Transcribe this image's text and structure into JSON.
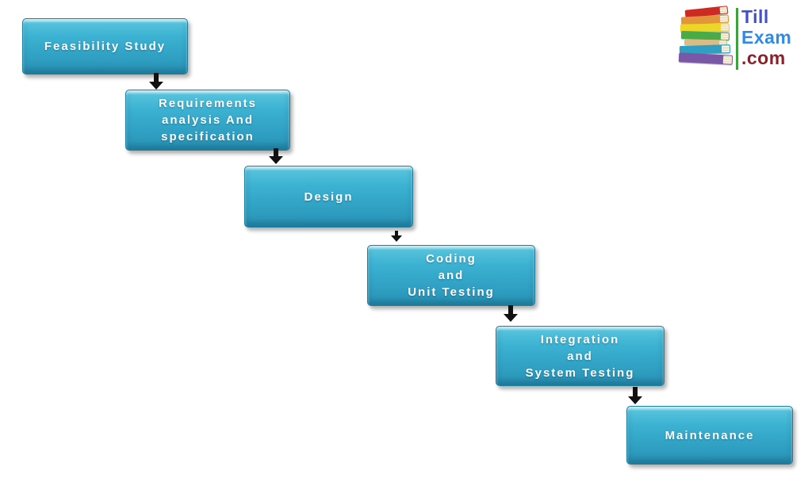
{
  "page": {
    "background": "#ffffff"
  },
  "diagram": {
    "steps": [
      {
        "label": "Feasibility Study"
      },
      {
        "label": "Requirements\nanalysis And\nspecification"
      },
      {
        "label": "Design"
      },
      {
        "label": "Coding\nand\nUnit Testing"
      },
      {
        "label": "Integration\nand\nSystem Testing"
      },
      {
        "label": "Maintenance"
      }
    ],
    "colors": {
      "box_top": "#96e0f0",
      "box_body": "#3cb2d2",
      "box_bottom": "#2a93b6",
      "box_border": "#1d7e9f",
      "box_text": "#ffffff",
      "arrow": "#111111"
    }
  },
  "logo": {
    "line1": "Till",
    "line2": "Exam",
    "line3": ".com",
    "colors": {
      "till": "#4350c8",
      "exam": "#2d8de6",
      "com": "#8c1f2a",
      "separator": "#3da23d"
    },
    "books": [
      {
        "name": "red-book",
        "color": "#ce2a24"
      },
      {
        "name": "orange-book",
        "color": "#e2953b"
      },
      {
        "name": "yellow-book",
        "color": "#edd626"
      },
      {
        "name": "green-book",
        "color": "#49ab47"
      },
      {
        "name": "tan-book",
        "color": "#d9bd85"
      },
      {
        "name": "teal-book",
        "color": "#2f9fc4"
      },
      {
        "name": "purple-book",
        "color": "#7b57a8"
      }
    ]
  }
}
